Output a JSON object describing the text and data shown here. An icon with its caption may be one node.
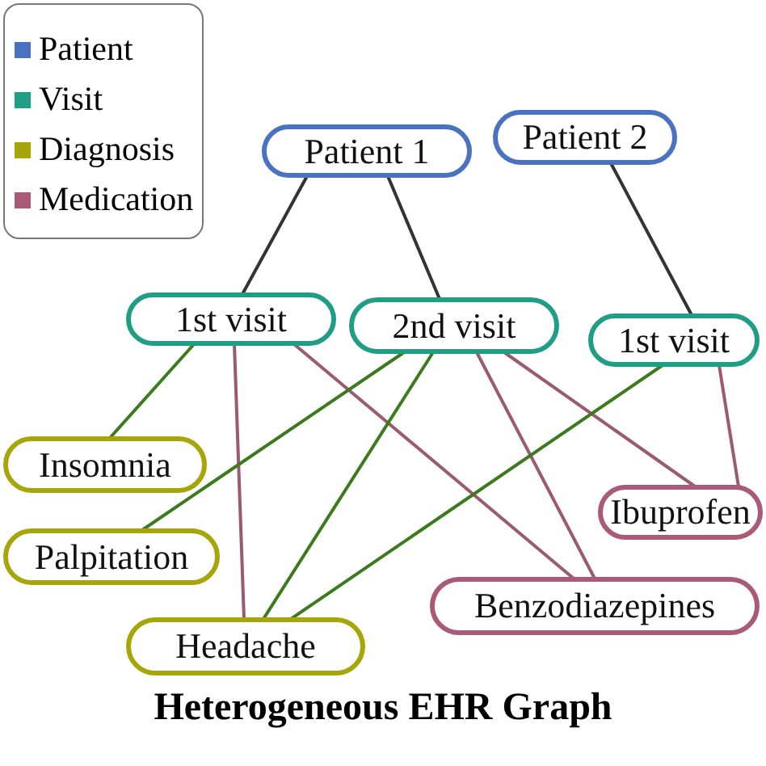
{
  "diagram": {
    "title": "Heterogeneous EHR Graph",
    "nodes": [
      {
        "text": [
          "Patient 1"
        ]
      },
      {
        "text": [
          "Patient 2"
        ]
      },
      {
        "text": [
          "1st visit"
        ]
      },
      {
        "text": [
          "2nd visit"
        ]
      },
      {
        "text": [
          "1st visit"
        ]
      },
      {
        "text": [
          "Insomnia"
        ]
      },
      {
        "text": [
          "Palpitation"
        ]
      },
      {
        "text": [
          "Headache"
        ]
      },
      {
        "text": [
          "Ibuprofen"
        ]
      },
      {
        "text": [
          "Benzodiazepines"
        ]
      }
    ],
    "edges": [
      {
        "from": 0,
        "to": 2,
        "arrow": "none",
        "color": "#333333"
      },
      {
        "from": 0,
        "to": 3,
        "arrow": "none",
        "color": "#333333"
      },
      {
        "from": 1,
        "to": 4,
        "arrow": "none",
        "color": "#333333"
      },
      {
        "from": 2,
        "to": 5,
        "arrow": "none",
        "color": "#3d7a1e"
      },
      {
        "from": 2,
        "to": 7,
        "arrow": "none"
      },
      {
        "from": 2,
        "to": 9,
        "arrow": "none"
      },
      {
        "from": 3,
        "to": 6,
        "arrow": "none",
        "color": "#3d7a1e"
      },
      {
        "from": 3,
        "to": 7,
        "arrow": "none",
        "color": "#3d7a1e"
      },
      {
        "from": 3,
        "to": 9,
        "arrow": "none"
      },
      {
        "from": 3,
        "to": 8,
        "arrow": "none"
      },
      {
        "from": 4,
        "to": 7,
        "arrow": "none",
        "color": "#3d7a1e"
      },
      {
        "from": 4,
        "to": 8,
        "arrow": "none"
      }
    ],
    "legend": [
      {
        "text": "Patient",
        "color": "#4a72c0"
      },
      {
        "text": "Visit",
        "color": "#1f9e85"
      },
      {
        "text": "Diagnosis",
        "color": "#a6a60a"
      },
      {
        "text": "Medication",
        "color": "#a85a78"
      }
    ]
  }
}
